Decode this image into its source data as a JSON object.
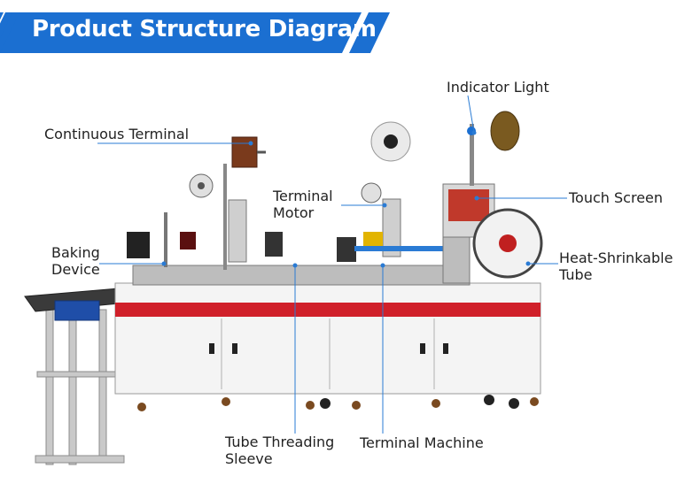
{
  "banner": {
    "title": "Product Structure Diagram",
    "color": "#1b6fd1"
  },
  "callouts": {
    "indicator_light": "Indicator Light",
    "continuous_terminal": "Continuous Terminal",
    "terminal_motor": [
      "Terminal",
      "Motor"
    ],
    "touch_screen": "Touch Screen",
    "baking_device": [
      "Baking",
      "Device"
    ],
    "heat_shrinkable_tube": [
      "Heat-Shrinkable",
      "Tube"
    ],
    "tube_threading_sleeve": [
      "Tube Threading",
      "Sleeve"
    ],
    "terminal_machine": "Terminal Machine"
  },
  "colors": {
    "leader": "#2a7bd4",
    "stripe": "#d0202a",
    "frame": "#f3f3f3"
  }
}
